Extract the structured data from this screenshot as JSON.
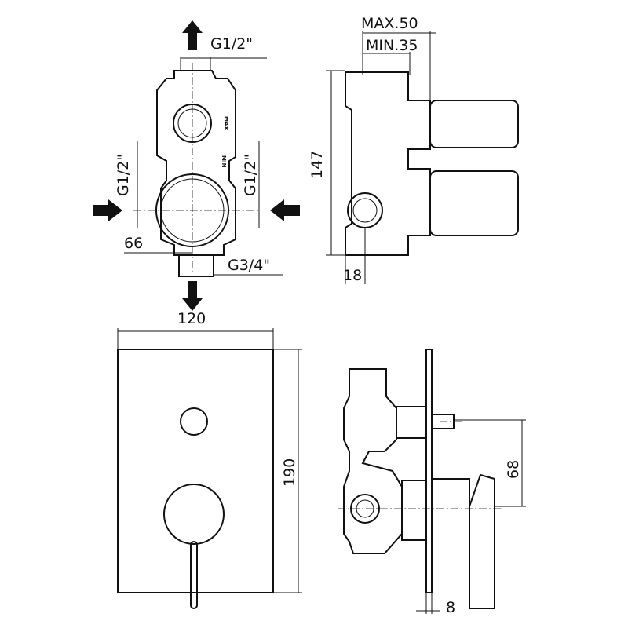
{
  "labels": {
    "top_inlet": "G1/2\"",
    "max_depth": "MAX.50",
    "min_depth": "MIN.35",
    "height_body": "147",
    "left_inlet": "G1/2\"",
    "right_inlet": "G1/2\"",
    "offset_66": "66",
    "bottom_outlet": "G3/4\"",
    "depth_18": "18",
    "plate_width": "120",
    "plate_height": "190",
    "handle_spacing": "68",
    "plate_thickness": "8",
    "max_mark": "MAX",
    "min_mark": "MIN"
  },
  "colors": {
    "line": "#111111",
    "background": "#ffffff"
  }
}
